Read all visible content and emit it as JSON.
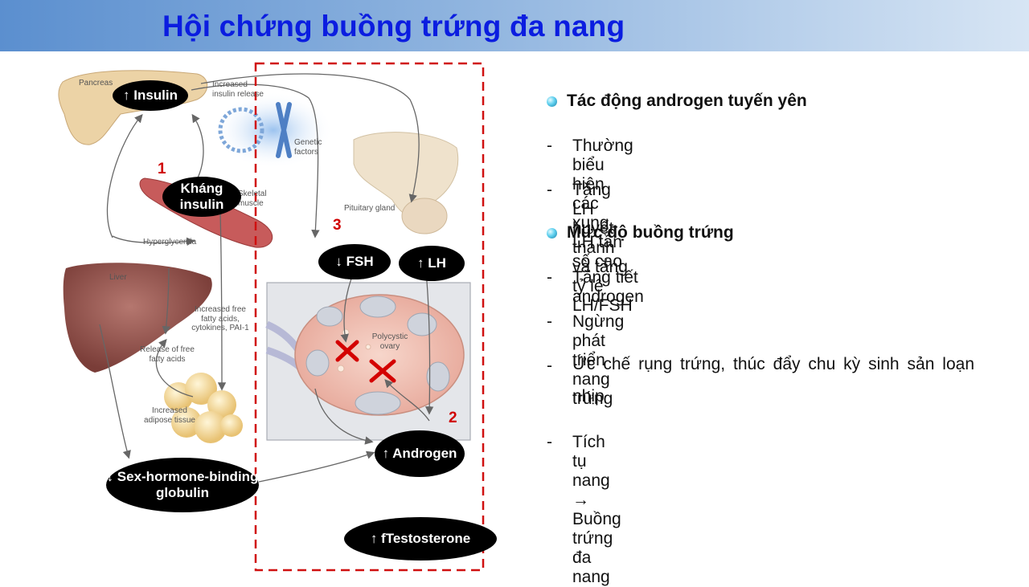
{
  "slide": {
    "title": "Hội chứng buồng trứng đa nang"
  },
  "diagram": {
    "organs": {
      "pancreas": "Pancreas",
      "increased_insulin_release": "Increased insulin release",
      "genetic_factors": "Genetic factors",
      "skeletal_muscle": "Skeletal muscle",
      "pituitary_gland": "Pituitary gland",
      "hyperglycemia": "Hyperglycemia",
      "liver": "Liver",
      "increased_ffa": "Increased free fatty acids, cytokines, PAI-1",
      "release_ffa": "Release of free fatty acids",
      "increased_adipose": "Increased adipose tissue",
      "polycystic_ovary": "Polycystic ovary"
    },
    "ovals": {
      "insulin": "↑ Insulin",
      "khang_insulin": "Kháng insulin",
      "fsh": "↓ FSH",
      "lh": "↑ LH",
      "androgen": "↑ Androgen",
      "shbg": "↓ Sex-hormone-binding globulin",
      "testosterone": "↑ fTestosterone"
    },
    "numbers": {
      "n1": "1",
      "n2": "2",
      "n3": "3"
    },
    "colors": {
      "dashed_box": "#d01010",
      "oval_fill": "#000000",
      "number": "#d00000"
    }
  },
  "panel": {
    "section1": {
      "heading": "Tác động androgen tuyến yên",
      "items": [
        "Thường biểu hiện các xung LH tần số cao",
        "Tăng LH huyết thanh và tăng tỷ lệ LH/FSH"
      ]
    },
    "section2": {
      "heading": "Mức độ buồng trứng",
      "items": [
        "Tăng tiết androgen",
        "Ngừng phát triển nang trứng",
        "Ức chế rụng trứng, thúc đẩy chu kỳ sinh sản loạn nhịp",
        "Tích tụ nang → Buồng trứng đa nang"
      ]
    },
    "dash": "-",
    "bullet_icon": "sphere-bullet-icon"
  }
}
